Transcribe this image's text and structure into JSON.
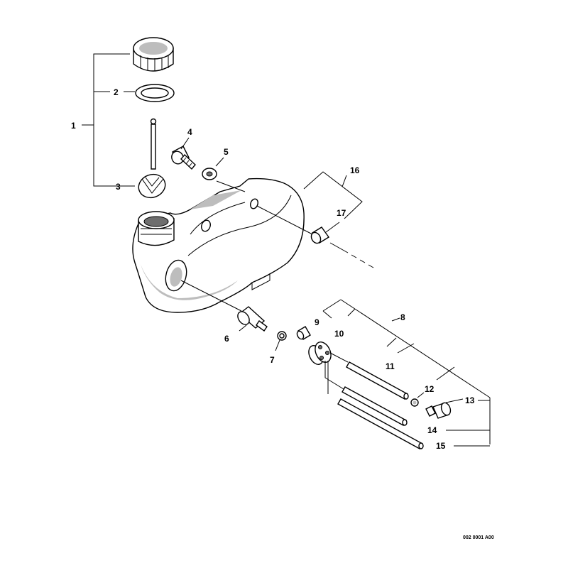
{
  "callouts": {
    "c1": "1",
    "c2": "2",
    "c3": "3",
    "c4": "4",
    "c5": "5",
    "c6": "6",
    "c7": "7",
    "c8": "8",
    "c9": "9",
    "c10": "10",
    "c11": "11",
    "c12": "12",
    "c13": "13",
    "c14": "14",
    "c15": "15",
    "c16": "16",
    "c17": "17"
  },
  "drawing_code": "002 0001 A00"
}
